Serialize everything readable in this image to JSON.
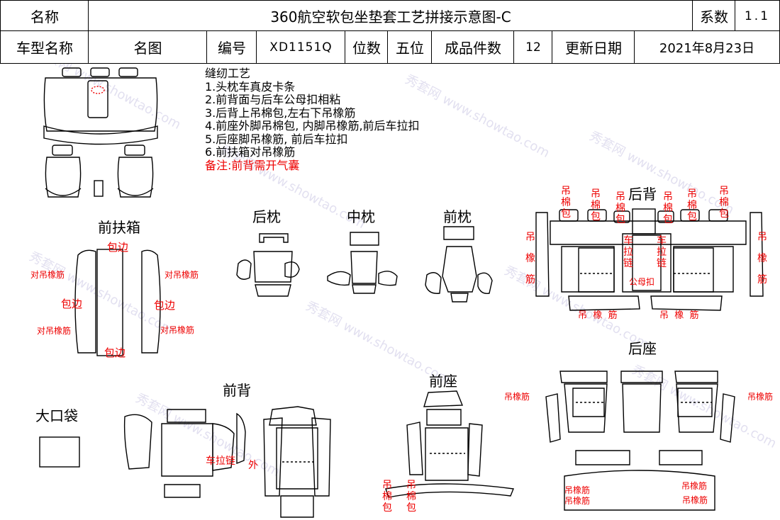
{
  "header": {
    "name_label": "名称",
    "title": "360航空软包坐垫套工艺拼接示意图-C",
    "coef_label": "系数",
    "coef_value": "1.1",
    "car_name_label": "车型名称",
    "figure_label": "名图",
    "code_label": "编号",
    "code_value": "XD1151Q",
    "seats_label": "位数",
    "seats_value": "五位",
    "pieces_label": "成品件数",
    "pieces_value": "12",
    "update_label": "更新日期",
    "update_value": "2021年8月23日"
  },
  "notes": {
    "title": "缝纫工艺",
    "items": [
      "1.头枕车真皮卡条",
      "2.前背面与后车公母扣相粘",
      "3.后背上吊棉包,左右下吊橡筋",
      "4.前座外脚吊棉包, 内脚吊橡筋,前后车拉扣",
      "5.后座脚吊橡筋, 前后车拉扣",
      "6.前扶箱对吊橡筋"
    ],
    "remark": "备注:前背需开气囊"
  },
  "sections": {
    "front_armrest": "前扶箱",
    "rear_headrest": "后枕",
    "mid_headrest": "中枕",
    "front_headrest": "前枕",
    "rear_back": "后背",
    "rear_seat": "后座",
    "front_back": "前背",
    "front_seat": "前座",
    "big_pocket": "大口袋"
  },
  "annotations": {
    "wrap_edge": "包边",
    "elastic_pair": "对吊橡筋",
    "zipper": "车拉链",
    "outer": "外",
    "cotton_pack": "吊棉包",
    "rubber": "吊橡筋",
    "pull": "车拉链",
    "snap": "公母扣",
    "wide_rubber": "吊  橡  筋"
  },
  "watermark": "秀套网 www.showtao.com",
  "colors": {
    "accent": "#e00000",
    "line": "#000000",
    "watermark": "#d7d4ea"
  }
}
